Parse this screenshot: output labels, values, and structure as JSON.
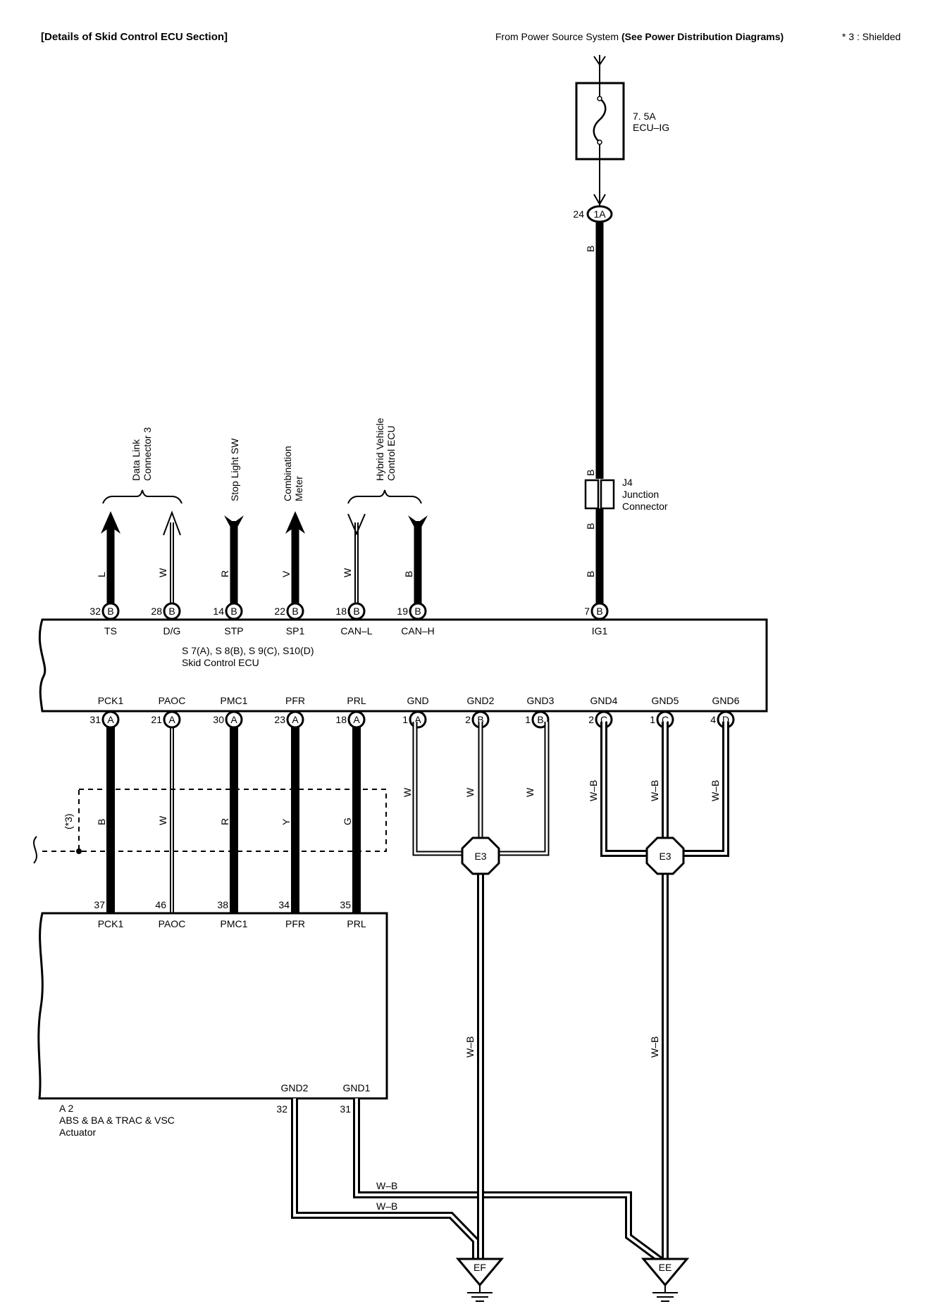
{
  "header": {
    "title": "[Details of Skid Control ECU Section]",
    "source_prefix": "From Power Source System ",
    "source_bold": "(See Power Distribution Diagrams)",
    "note": "* 3 : Shielded"
  },
  "fuse": {
    "rating": "7. 5A",
    "name": "ECU–IG"
  },
  "power_connector": {
    "pin": "24",
    "connector": "1A",
    "wire_color": "B"
  },
  "junction": {
    "id": "J4",
    "name_line1": "Junction",
    "name_line2": "Connector",
    "wire_color_top": "B",
    "wire_color_bottom": "B",
    "wire_color_lower": "B"
  },
  "ecu": {
    "connectors": "S 7(A), S 8(B), S 9(C), S10(D)",
    "name": "Skid Control ECU",
    "top_pins": [
      {
        "pin": "32",
        "conn": "B",
        "term": "TS",
        "wire": "L"
      },
      {
        "pin": "28",
        "conn": "B",
        "term": "D/G",
        "wire": "W"
      },
      {
        "pin": "14",
        "conn": "B",
        "term": "STP",
        "wire": "R"
      },
      {
        "pin": "22",
        "conn": "B",
        "term": "SP1",
        "wire": "V"
      },
      {
        "pin": "18",
        "conn": "B",
        "term": "CAN–L",
        "wire": "W"
      },
      {
        "pin": "19",
        "conn": "B",
        "term": "CAN–H",
        "wire": "B"
      },
      {
        "pin": "7",
        "conn": "B",
        "term": "IG1",
        "wire": ""
      }
    ],
    "bottom_pins": [
      {
        "pin": "31",
        "conn": "A",
        "term": "PCK1",
        "wire": "B"
      },
      {
        "pin": "21",
        "conn": "A",
        "term": "PAOC",
        "wire": "W"
      },
      {
        "pin": "30",
        "conn": "A",
        "term": "PMC1",
        "wire": "R"
      },
      {
        "pin": "23",
        "conn": "A",
        "term": "PFR",
        "wire": "Y"
      },
      {
        "pin": "18",
        "conn": "A",
        "term": "PRL",
        "wire": "G"
      },
      {
        "pin": "1",
        "conn": "A",
        "term": "GND",
        "wire": "W"
      },
      {
        "pin": "2",
        "conn": "B",
        "term": "GND2",
        "wire": "W"
      },
      {
        "pin": "1",
        "conn": "B",
        "term": "GND3",
        "wire": "W"
      },
      {
        "pin": "2",
        "conn": "C",
        "term": "GND4",
        "wire": "W–B"
      },
      {
        "pin": "1",
        "conn": "C",
        "term": "GND5",
        "wire": "W–B"
      },
      {
        "pin": "4",
        "conn": "D",
        "term": "GND6",
        "wire": "W–B"
      }
    ]
  },
  "destinations": {
    "dlc3_line1": "Data Link",
    "dlc3_line2": "Connector 3",
    "stop_light": "Stop Light SW",
    "meter_line1": "Combination",
    "meter_line2": "Meter",
    "hv_line1": "Hybrid Vehicle",
    "hv_line2": "Control ECU"
  },
  "shield_label": "(*3)",
  "splices": {
    "left": "E3",
    "right": "E3",
    "left_out_wire": "W–B",
    "right_out_wire": "W–B"
  },
  "actuator": {
    "id": "A 2",
    "name": "ABS & BA & TRAC & VSC",
    "name2": "Actuator",
    "pins": [
      {
        "pin": "37",
        "term": "PCK1"
      },
      {
        "pin": "46",
        "term": "PAOC"
      },
      {
        "pin": "38",
        "term": "PMC1"
      },
      {
        "pin": "34",
        "term": "PFR"
      },
      {
        "pin": "35",
        "term": "PRL"
      }
    ],
    "gnd_pins": [
      {
        "pin": "32",
        "term": "GND2"
      },
      {
        "pin": "31",
        "term": "GND1"
      }
    ],
    "gnd_wire_upper": "W–B",
    "gnd_wire_lower": "W–B"
  },
  "grounds": {
    "left": "EF",
    "right": "EE"
  }
}
